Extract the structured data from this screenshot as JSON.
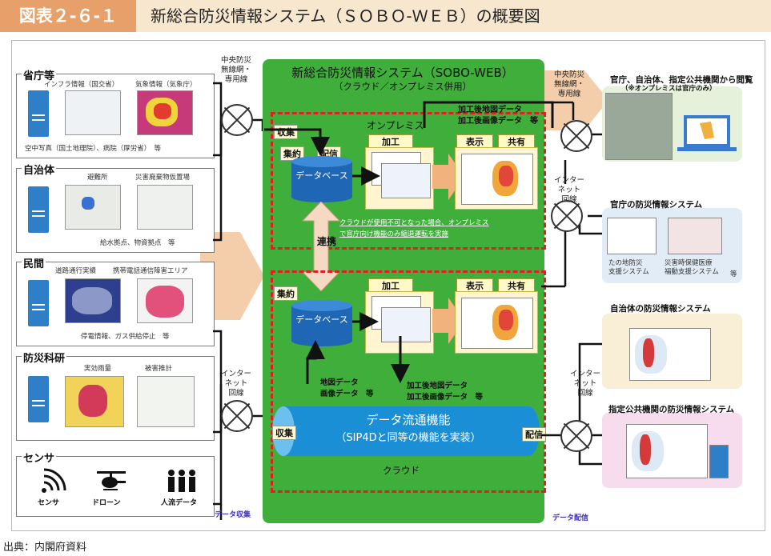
{
  "header": {
    "badge": "図表２-６-１",
    "title": "新総合防災情報システム（ＳＯＢＯ-ＷＥＢ）の概要図"
  },
  "sources": {
    "ministries": {
      "title": "省庁等",
      "top_left": "インフラ情報（国交省）",
      "top_right": "気象情報（気象庁）",
      "bottom": "空中写真（国土地理院）、病院（厚労省）　等"
    },
    "local_gov": {
      "title": "自治体",
      "top_left": "避難所",
      "top_right": "災害廃棄物仮置場",
      "bottom": "給水拠点、物資拠点　等"
    },
    "private": {
      "title": "民間",
      "top_left": "道路通行実績",
      "top_right": "携帯電話通信障害エリア",
      "bottom": "停電情報、ガス供給停止　等"
    },
    "research": {
      "title": "防災科研",
      "top_left": "実効雨量",
      "top_right": "被害推計"
    },
    "sensors": {
      "title": "センサ",
      "items": [
        "センサ",
        "ドローン",
        "人流データ"
      ]
    }
  },
  "lines": {
    "central_left": "中央防災\n無線網・\n専用線",
    "central_right": "中央防災\n無線網・\n専用線",
    "internet_left": "インター\nネット\n回線",
    "internet_right_upper": "インター\nネット\n回線",
    "internet_right_lower": "インター\nネット\n回線",
    "data_collect": "データ収集",
    "data_deliver": "データ配信"
  },
  "system": {
    "title": "新総合防災情報システム（SOBO-WEB）",
    "subtitle": "（クラウド／オンプレミス併用）",
    "onprem_label": "オンプレミス",
    "cloud_label": "クラウド",
    "collect": "収集",
    "aggregate": "集約",
    "deliver": "配信",
    "process": "加工",
    "display": "表示",
    "share": "共有",
    "database": "データベース",
    "link": "連携",
    "onprem_note_1": "クラウドが使用不可となった場合、オンプレミス",
    "onprem_note_2": "で官庁向け機能のみ縮退運転を実施",
    "processed_top_1": "加工後地図データ",
    "processed_top_2": "加工後画像データ　等",
    "raw_1": "地図データ",
    "raw_2": "画像データ　等",
    "processed_bottom_1": "加工後地図データ",
    "processed_bottom_2": "加工後画像データ　等",
    "flow_title": "データ流通機能",
    "flow_sub": "（SIP4Dと同等の機能を実装）",
    "flow_collect": "収集",
    "flow_deliver": "配信"
  },
  "destinations": {
    "agencies_view": {
      "title": "官庁、自治体、指定公共機関から閲覧",
      "note": "（※オンプレミスは官庁のみ）"
    },
    "gov_system": {
      "title": "官庁の防災情報システム",
      "left": "たの地防災\n支援システム",
      "right": "災害時保健医療\n福動支援システム",
      "etc": "等"
    },
    "local_system": {
      "title": "自治体の防災情報システム"
    },
    "public_system": {
      "title": "指定公共機関の防災情報システム"
    }
  },
  "footer": {
    "source": "出典：内閣府資料"
  },
  "colors": {
    "green": "#3fae3a",
    "blue": "#2e7fc7",
    "red_dash": "#e02020",
    "badge": "#e8a06a"
  }
}
